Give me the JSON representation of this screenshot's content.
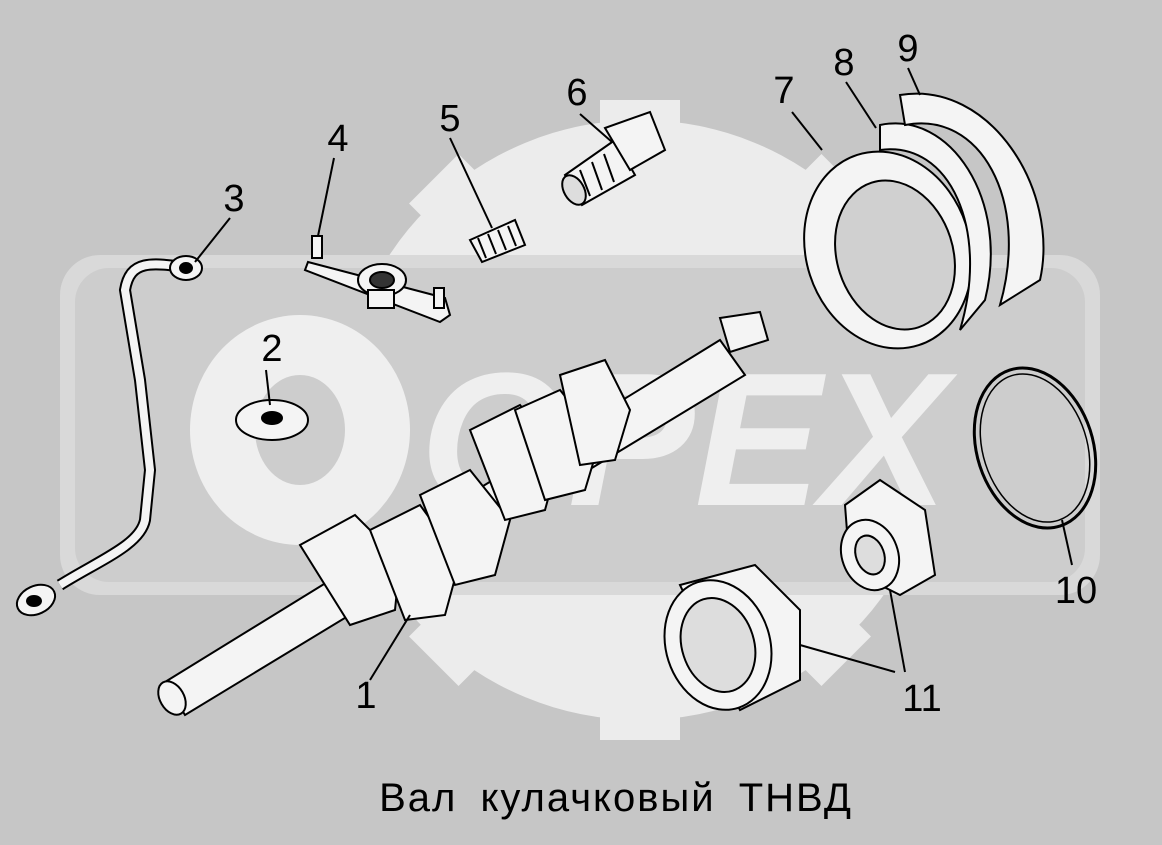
{
  "caption": "Вал кулачковый ТНВД",
  "watermark": "OPEX",
  "callouts": [
    "1",
    "2",
    "3",
    "4",
    "5",
    "6",
    "7",
    "8",
    "9",
    "10",
    "11"
  ],
  "colors": {
    "background": "#c6c6c6",
    "watermark": "#ececec",
    "ink": "#000000",
    "part_fill": "#f4f4f4"
  }
}
